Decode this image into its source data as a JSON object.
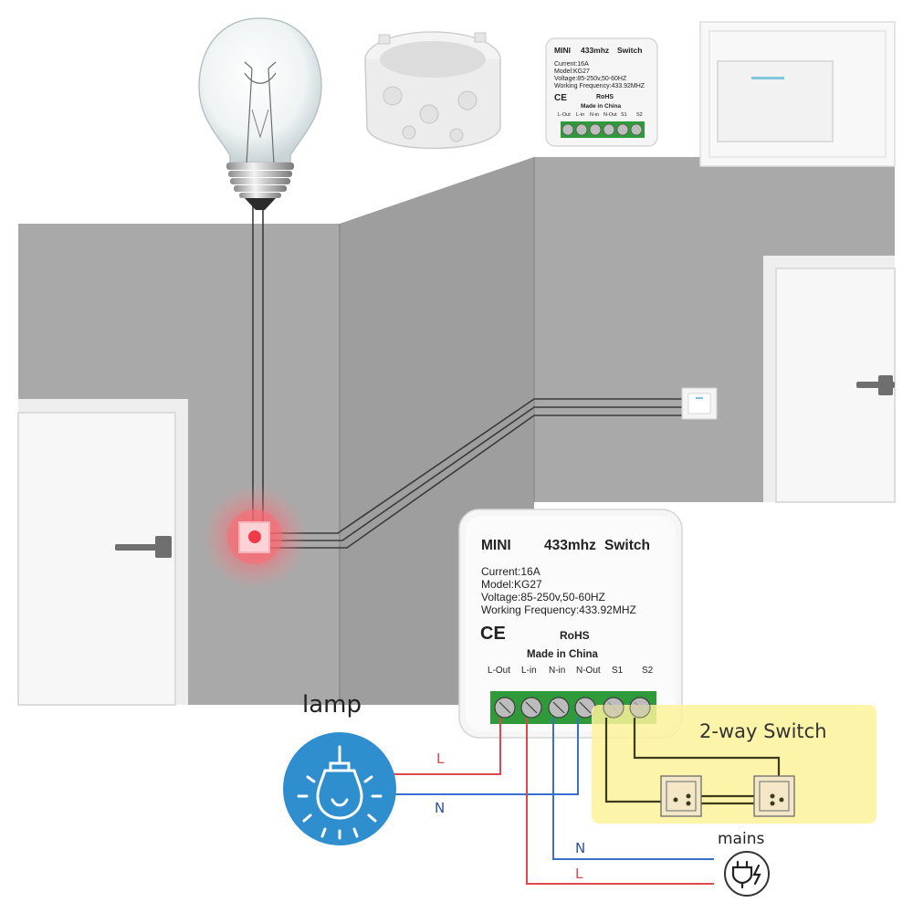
{
  "top_module": {
    "title_left": "MINI",
    "title_mid": "433mhz",
    "title_right": "Switch",
    "current": "Current:16A",
    "model": "Model:KG27",
    "voltage": "Voltage:85-250v,50-60HZ",
    "frequency": "Working Frequency:433.92MHZ",
    "ce": "CE",
    "rohs": "RoHS",
    "made_in": "Made in China",
    "terminals": [
      "L-Out",
      "L-in",
      "N-in",
      "N-Out",
      "S1",
      "S2"
    ]
  },
  "module": {
    "title_left": "MINI",
    "title_mid": "433mhz",
    "title_right": "Switch",
    "current": "Current:16A",
    "model": "Model:KG27",
    "voltage": "Voltage:85-250v,50-60HZ",
    "frequency": "Working Frequency:433.92MHZ",
    "ce": "CE",
    "rohs": "RoHS",
    "made_in": "Made in China",
    "terminals": [
      "L-Out",
      "L-in",
      "N-in",
      "N-Out",
      "S1",
      "S2"
    ]
  },
  "labels": {
    "lamp": "lamp",
    "two_way_switch": "2-way Switch",
    "mains": "mains",
    "L_top": "L",
    "N_top": "N",
    "N_bottom": "N",
    "L_bottom": "L"
  },
  "colors": {
    "live_wire": "#e0474c",
    "neutral_wire": "#3a6fd1",
    "switch_wire": "#3b3b1a",
    "highlight": "#fbf39a",
    "wall": "#a6a6a6",
    "terminal_block": "#2e9a3a",
    "lamp_icon_bg": "#2f8fce",
    "indicator": "#f06a72"
  },
  "icons": [
    "light-bulb-icon",
    "junction-box-icon",
    "wall-switch-icon",
    "door-handle-icon",
    "lamp-icon",
    "plug-icon",
    "ce-mark-icon"
  ]
}
